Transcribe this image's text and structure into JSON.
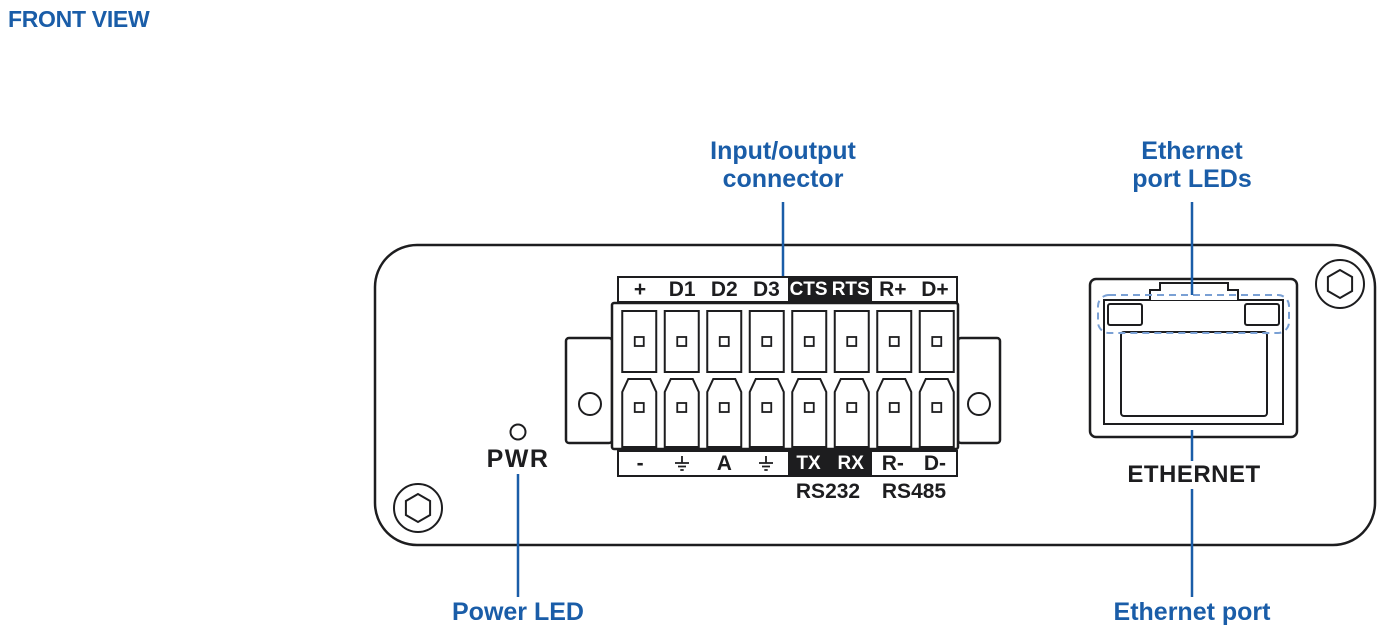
{
  "page": {
    "title": "FRONT VIEW"
  },
  "colors": {
    "accent": "#1a5da8",
    "line": "#1d1d1f",
    "led_dash": "#7aa0d4"
  },
  "callouts": {
    "io_connector": {
      "line1": "Input/output",
      "line2": "connector"
    },
    "ethernet_leds": {
      "line1": "Ethernet",
      "line2": "port LEDs"
    },
    "power_led": {
      "label": "Power LED"
    },
    "ethernet_port": {
      "label": "Ethernet port"
    }
  },
  "device": {
    "pwr_label": "PWR",
    "ethernet_label": "ETHERNET",
    "connector": {
      "top_pins": [
        {
          "text": "+"
        },
        {
          "text": "D1"
        },
        {
          "text": "D2"
        },
        {
          "text": "D3"
        },
        {
          "text": "CTS",
          "inverted": true
        },
        {
          "text": "RTS",
          "inverted": true
        },
        {
          "text": "R+"
        },
        {
          "text": "D+"
        }
      ],
      "bottom_pins": [
        {
          "text": "-"
        },
        {
          "icon": "ground"
        },
        {
          "text": "A"
        },
        {
          "icon": "ground"
        },
        {
          "text": "TX",
          "inverted": true
        },
        {
          "text": "RX",
          "inverted": true
        },
        {
          "text": "R-"
        },
        {
          "text": "D-"
        }
      ],
      "rs232_label": "RS232",
      "rs485_label": "RS485"
    }
  }
}
